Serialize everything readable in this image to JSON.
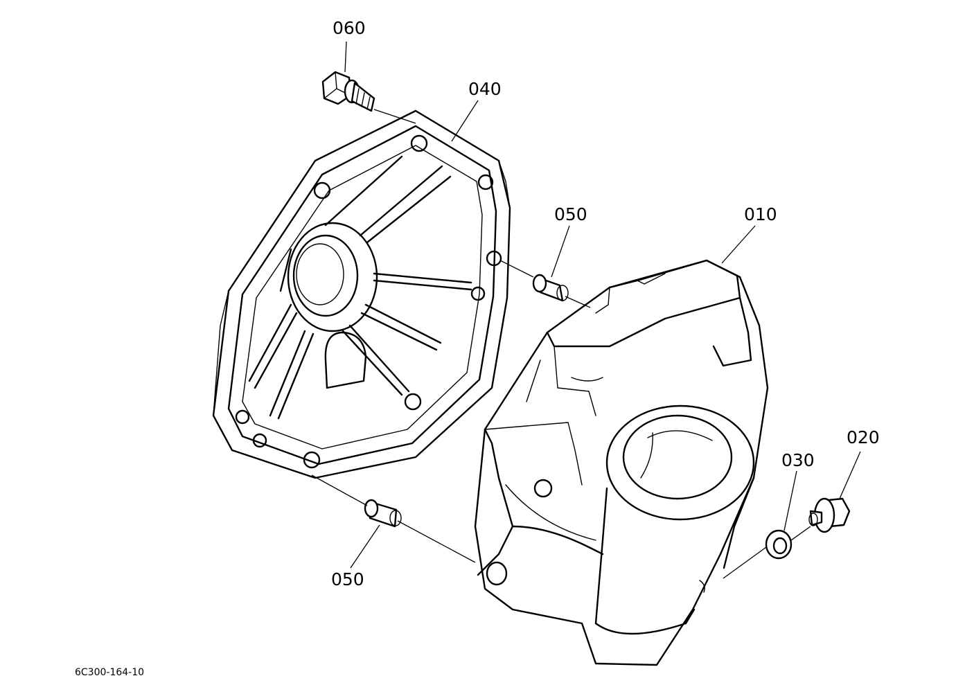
{
  "diagram": {
    "drawing_number": "6C300-164-10",
    "callouts": {
      "c060": "060",
      "c040": "040",
      "c050_top": "050",
      "c010": "010",
      "c030": "030",
      "c020": "020",
      "c050_bottom": "050"
    }
  }
}
